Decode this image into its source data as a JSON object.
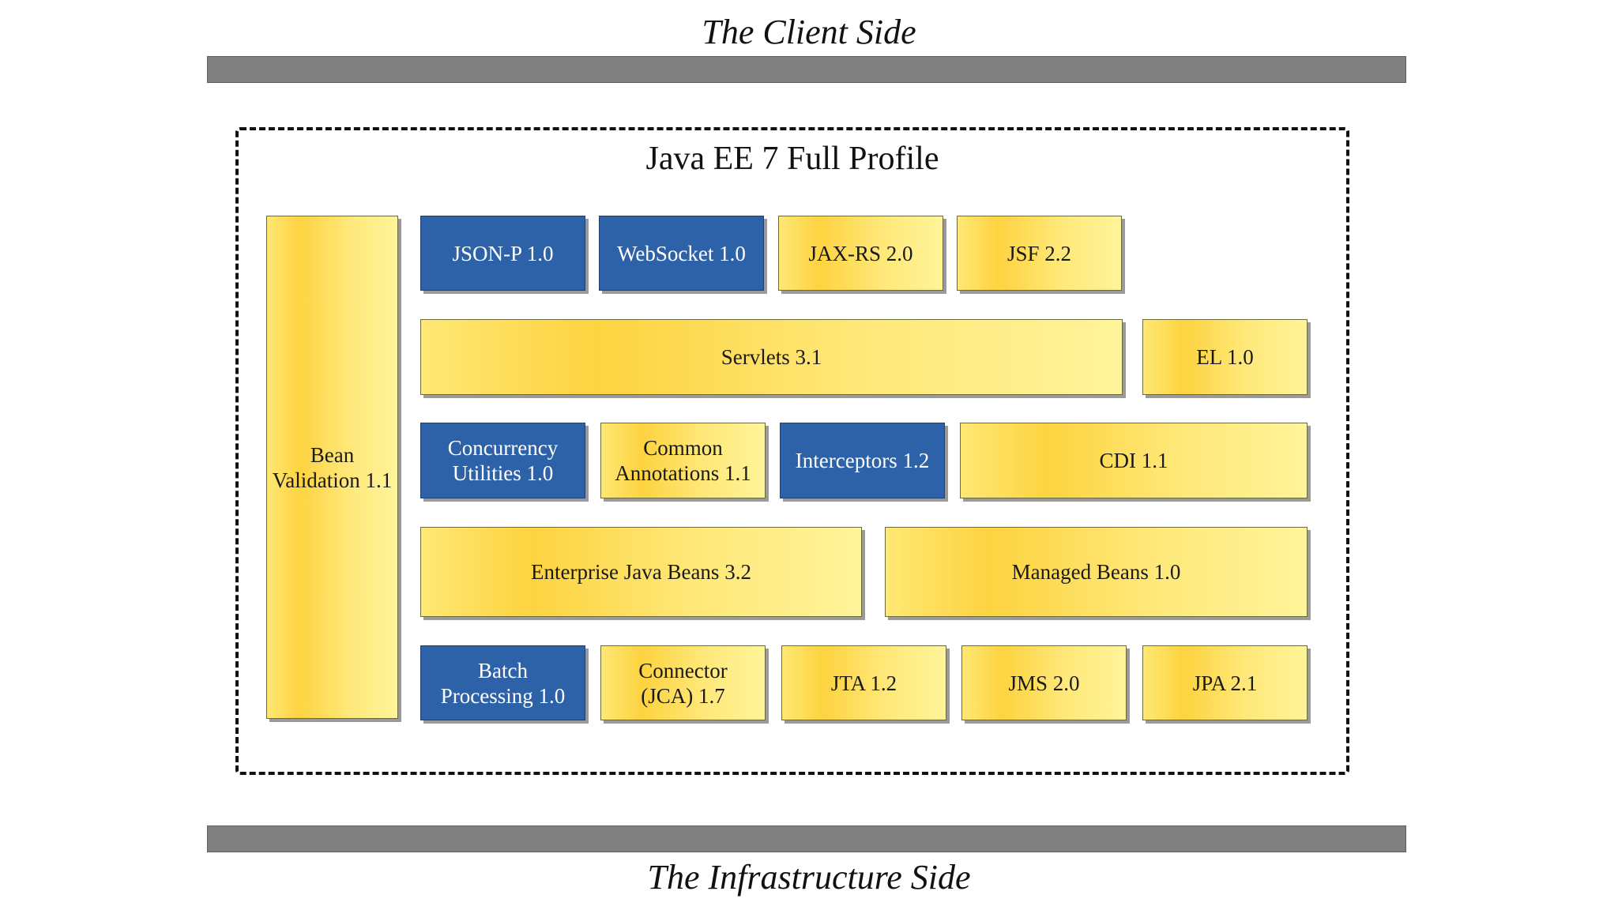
{
  "client_side_title": "The Client Side",
  "infrastructure_side_title": "The Infrastructure Side",
  "profile_title": "Java EE 7 Full Profile",
  "colors": {
    "blue_component": "#2e62a8",
    "yellow_component": "#fdd340",
    "side_bar": "#808080"
  },
  "components": {
    "bean_validation": "Bean\nValidation 1.1",
    "json_p": "JSON-P 1.0",
    "websocket": "WebSocket 1.0",
    "jax_rs": "JAX-RS 2.0",
    "jsf": "JSF 2.2",
    "servlets": "Servlets 3.1",
    "el": "EL 1.0",
    "concurrency": "Concurrency\nUtilities 1.0",
    "common_annotations": "Common\nAnnotations 1.1",
    "interceptors": "Interceptors 1.2",
    "cdi": "CDI 1.1",
    "ejb": "Enterprise Java Beans 3.2",
    "managed_beans": "Managed Beans 1.0",
    "batch": "Batch\nProcessing 1.0",
    "connector": "Connector\n(JCA) 1.7",
    "jta": "JTA 1.2",
    "jms": "JMS 2.0",
    "jpa": "JPA 2.1"
  }
}
